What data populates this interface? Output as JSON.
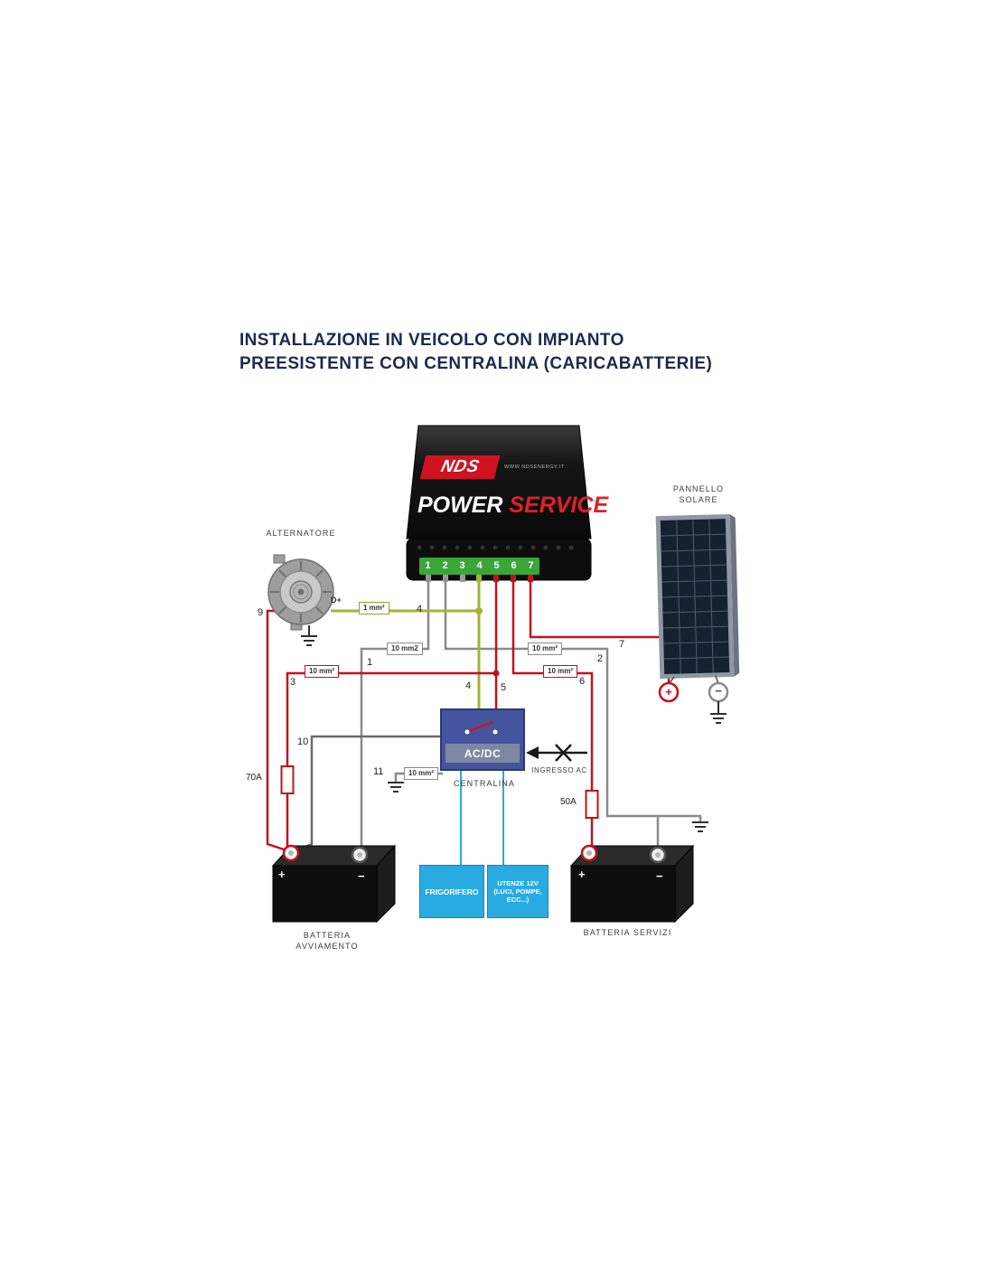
{
  "title": {
    "line1": "INSTALLAZIONE IN VEICOLO CON IMPIANTO",
    "line2": "PREESISTENTE CON CENTRALINA (CARICABATTERIE)"
  },
  "unit": {
    "brand": "NDS",
    "website": "WWW.NDSENERGY.IT",
    "name_part1": "POWER",
    "name_part2": "SERVICE",
    "terminals": [
      "1",
      "2",
      "3",
      "4",
      "5",
      "6",
      "7"
    ]
  },
  "alternator": {
    "label": "ALTERNATORE",
    "dplus": "D+"
  },
  "solar_panel": {
    "label_line1": "PANNELLO",
    "label_line2": "SOLARE",
    "plus": "+",
    "minus": "−"
  },
  "centralina": {
    "label": "CENTRALINA",
    "acdc": "AC/DC",
    "ingresso_ac": "INGRESSO AC"
  },
  "battery_start": {
    "label_line1": "BATTERIA",
    "label_line2": "AVVIAMENTO",
    "plus": "+",
    "minus": "−"
  },
  "battery_service": {
    "label": "BATTERIA SERVIZI",
    "plus": "+",
    "minus": "−"
  },
  "loads": {
    "fridge": "FRIGORIFERO",
    "utenze_line1": "UTENZE 12V",
    "utenze_line2": "(LUCI, POMPE,",
    "utenze_line3": "ECC...)"
  },
  "fuses": {
    "left": "70A",
    "right": "50A"
  },
  "gauges": {
    "small": "1 mm²",
    "alt": "10 mm2",
    "std": "10 mm²"
  },
  "wires": {
    "w1": "1",
    "w2": "2",
    "w3": "3",
    "w4": "4",
    "w5": "5",
    "w6": "6",
    "w7": "7",
    "w9": "9",
    "w10": "10",
    "w11": "11"
  },
  "colors": {
    "red": "#c1121c",
    "green_wire": "#a6b237",
    "gray_wire": "#8a8a8a",
    "cyan": "#29abe2",
    "navy_title": "#1b2a4e",
    "terminal_green": "#3aa63a",
    "centralina_blue": "#44549e"
  }
}
